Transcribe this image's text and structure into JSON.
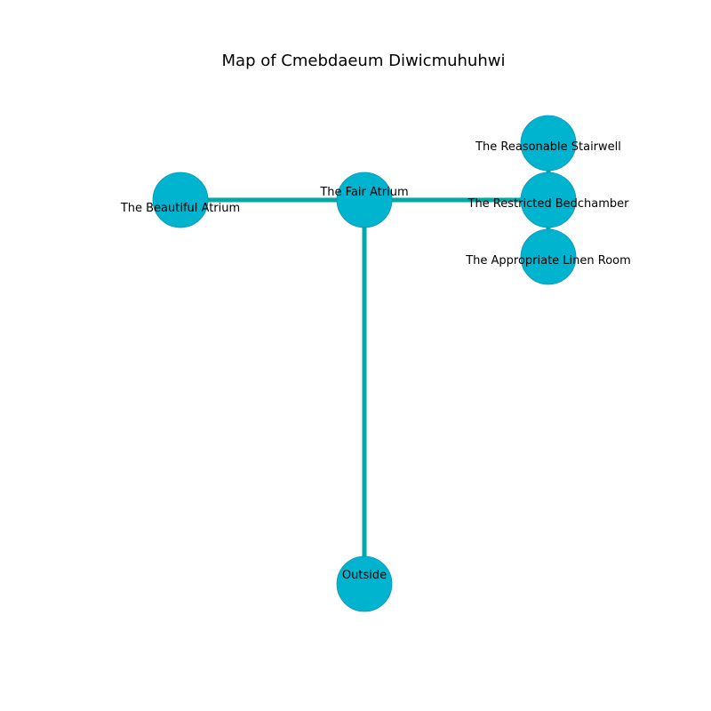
{
  "title": "Map of Cmebdaeum Diwicmuhuhwi",
  "colors": {
    "node_fill": "#00b4d0",
    "node_stroke": "#0a96ae",
    "edge": "#00a9a8",
    "background": "#ffffff",
    "text": "#000000"
  },
  "rooms": [
    {
      "id": "beautiful-atrium",
      "label": "The Beautiful Atrium"
    },
    {
      "id": "fair-atrium",
      "label": "The Fair Atrium"
    },
    {
      "id": "reasonable-stairwell",
      "label": "The Reasonable Stairwell"
    },
    {
      "id": "restricted-bedchamber",
      "label": "The Restricted Bedchamber"
    },
    {
      "id": "appropriate-linen-room",
      "label": "The Appropriate Linen Room"
    },
    {
      "id": "outside",
      "label": "Outside"
    }
  ],
  "connections": [
    {
      "from": "beautiful-atrium",
      "to": "fair-atrium"
    },
    {
      "from": "fair-atrium",
      "to": "restricted-bedchamber"
    },
    {
      "from": "fair-atrium",
      "to": "outside"
    },
    {
      "from": "reasonable-stairwell",
      "to": "restricted-bedchamber"
    },
    {
      "from": "restricted-bedchamber",
      "to": "appropriate-linen-room"
    }
  ]
}
